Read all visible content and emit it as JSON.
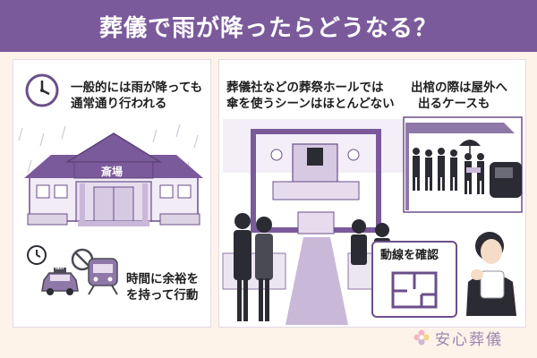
{
  "header": {
    "title": "葬儀で雨が降ったらどうなる？"
  },
  "left_panel": {
    "line1_a": "一般的には雨が降っても",
    "line1_b": "通常通り行われる",
    "venue_sign": "斎場",
    "line2_a": "時間に余裕を",
    "line2_b": "を持って行動",
    "taxi_sign": "TAXI"
  },
  "right_panel": {
    "line1_a": "葬儀社などの葬祭ホールでは",
    "line1_b": "傘を使うシーンはほとんどない",
    "line2_a": "出棺の際は屋外へ",
    "line2_b": "出るケースも",
    "route_label": "動線を確認"
  },
  "brand": {
    "name": "安心葬儀",
    "icon": "flower-icon"
  },
  "colors": {
    "accent": "#7b5a9b",
    "light_accent": "#c9b8d8",
    "background": "#fdf3e8",
    "dark": "#2b2b33"
  }
}
